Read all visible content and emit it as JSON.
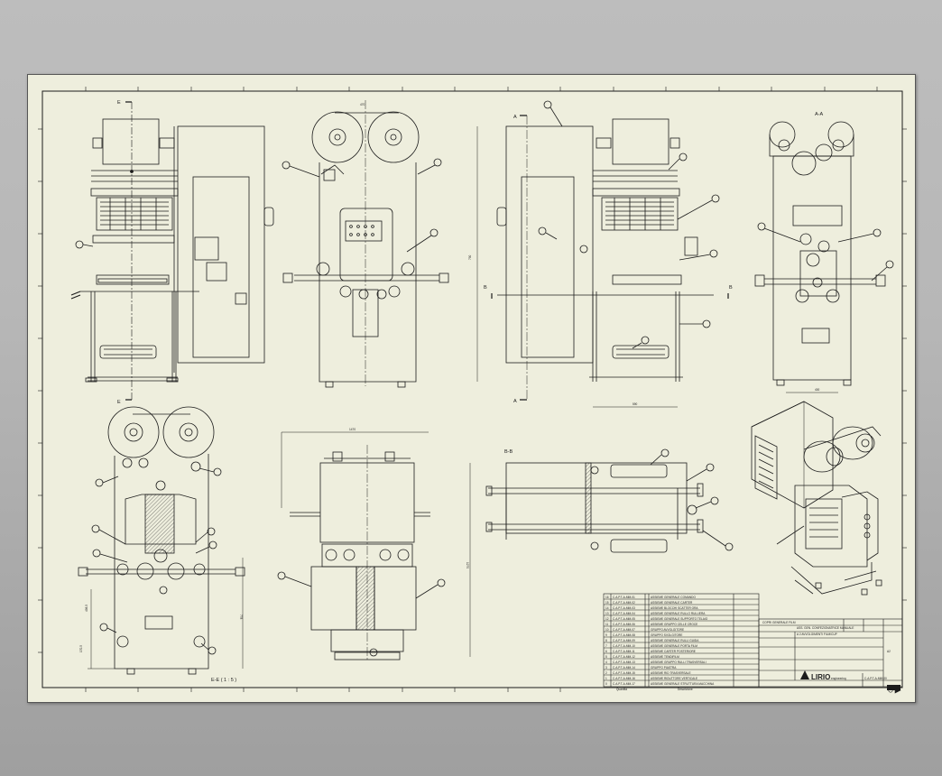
{
  "sheet": {
    "section_labels": {
      "a_top": "A",
      "a_bottom": "A",
      "aa_title": "A-A",
      "b_left": "B",
      "b_right": "B",
      "bb_title": "B-B",
      "e_top": "E",
      "e_bottom": "E",
      "ee_title": "E-E ( 1 : 5 )"
    },
    "dimensions": {
      "front_top": "470",
      "side_height": "790",
      "side_bottom": "590",
      "rear_bottom": "400",
      "top_width": "1470",
      "top_height": "1270",
      "ee_left": "498.5",
      "ee_right": "778",
      "ee_low": "170.5"
    },
    "bom_rows": [
      {
        "n": "16",
        "code": "C.A.P.T-A-MM-01",
        "desc": "ASSIEME GENERALE COMANDO"
      },
      {
        "n": "15",
        "code": "C.A.P.T-A-MM-02",
        "desc": "ASSIEME GENERALE CARTER"
      },
      {
        "n": "14",
        "code": "C.A.P.T-A-MM-03",
        "desc": "ASSIEME BLOCCHI SCATTER ORA"
      },
      {
        "n": "13",
        "code": "C.A.P.T-A-MM-04",
        "desc": "ASSIEME GENERALE RULLO RULLIERA"
      },
      {
        "n": "12",
        "code": "C.A.P.T-A-MM-05",
        "desc": "ASSIEME GENERALE SUPPORTO TELAIO"
      },
      {
        "n": "11",
        "code": "C.A.P.T-A-MM-06",
        "desc": "ASSIEME GRUPPO CELLE CROCE"
      },
      {
        "n": "10",
        "code": "C.A.P.T-A-MM-07",
        "desc": "GRUPPO AVVOLGITORE"
      },
      {
        "n": "9",
        "code": "C.A.P.T-A-MM-08",
        "desc": "GRUPPO SVOLGITORE"
      },
      {
        "n": "8",
        "code": "C.A.P.T-A-MM-09",
        "desc": "ASSIEME GENERALE RULLI GUIDA"
      },
      {
        "n": "7",
        "code": "C.A.P.T-A-MM-10",
        "desc": "ASSIEME GENERALE PORTA FILM"
      },
      {
        "n": "6",
        "code": "C.A.P.T-A-MM-11",
        "desc": "ASSIEME CARTER POSTERIORE"
      },
      {
        "n": "5",
        "code": "C.A.P.T-A-MM-12",
        "desc": "ASSIEME TENDIFILM"
      },
      {
        "n": "4",
        "code": "C.A.P.T-A-MM-13",
        "desc": "ASSIEME GRUPPO RULLI TRASVERSALI"
      },
      {
        "n": "3",
        "code": "C.A.P.T-A-MM-14",
        "desc": "GRUPPO PIASTRA"
      },
      {
        "n": "2",
        "code": "C.A.P.T-A-MM-15",
        "desc": "ASSIEME RID TRASVERSALE"
      },
      {
        "n": "1",
        "code": "C.A.P.T-A-MM-16",
        "desc": "ASSIEME RIDUTTORE VERTICALE"
      },
      {
        "n": "0",
        "code": "C.A.P.T-A-MM-17",
        "desc": "ASSIEME GENERALE STRUTTURA MACCHINA"
      }
    ],
    "bom_footer": {
      "qty": "Quantità",
      "desc": "Descrizione"
    },
    "title_block": {
      "header": "COPRI GENERALE FILM",
      "title_line1": "ASS. GEN. CONFEZIONATRICE MANUALE",
      "title_line2": "A 2 AVVOLGIMENTI FILM/CUP",
      "company": "LIRIO",
      "company_sub": "engineering",
      "drawing_no": "C.A.P.T-A-MM-00",
      "sheet_label": "A2"
    }
  }
}
